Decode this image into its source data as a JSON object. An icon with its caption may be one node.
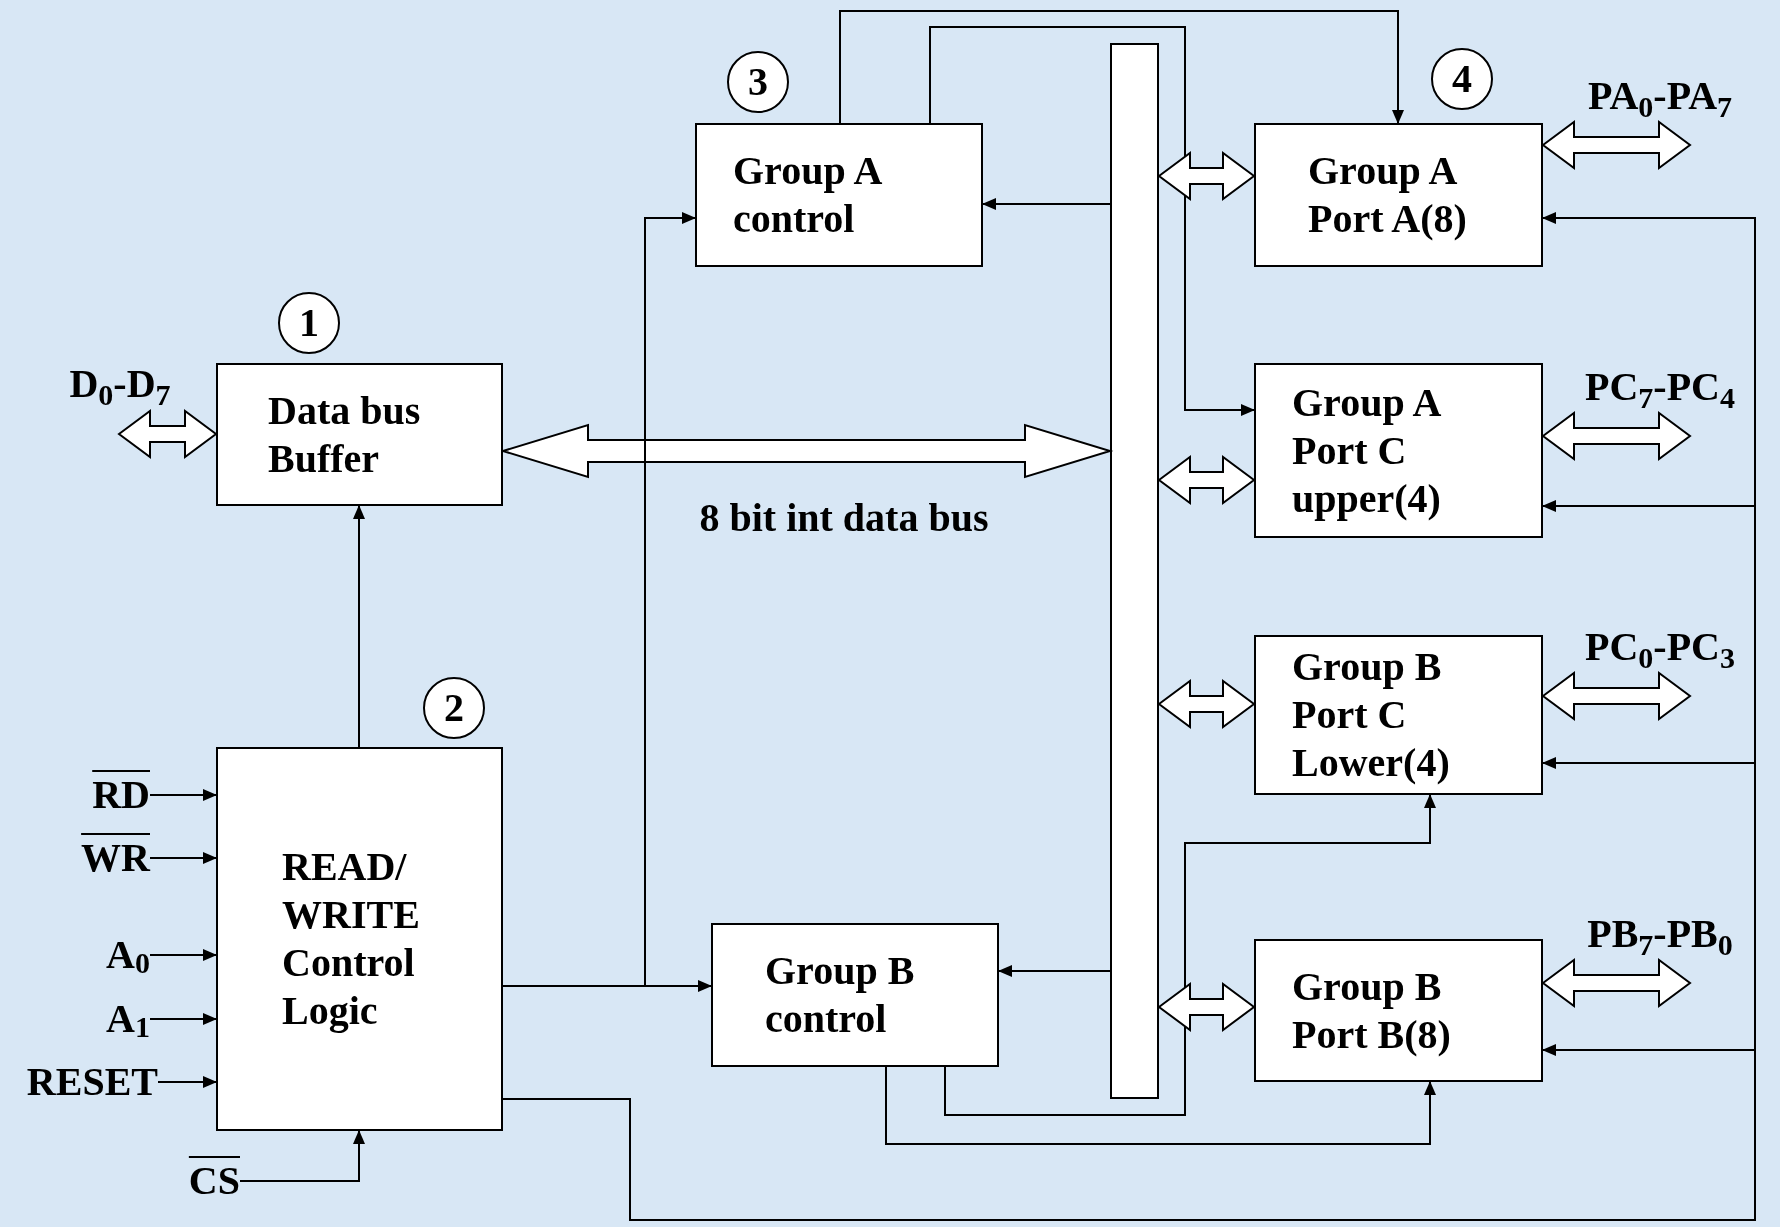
{
  "diagram": {
    "nodes": [
      {
        "text": [
          "Data bus Buffer"
        ],
        "beside": [
          "1"
        ]
      },
      {
        "text": [
          "READ/ WRITE Control Logic"
        ],
        "beside": [
          "2"
        ]
      },
      {
        "text": [
          "Group A control"
        ],
        "beside": [
          "3"
        ]
      },
      {
        "text": [
          "Group B control"
        ]
      },
      {
        "text": [],
        "shape": "bar"
      },
      {
        "text": [
          "Group A Port A(8)"
        ],
        "beside": [
          "4"
        ]
      },
      {
        "text": [
          "Group A Port C upper(4)"
        ]
      },
      {
        "text": [
          "Group B Port C Lower(4)"
        ]
      },
      {
        "text": [
          "Group B Port B(8)"
        ]
      },
      {
        "text": [
          "RD"
        ]
      },
      {
        "text": [
          "WR"
        ]
      },
      {
        "text": [
          "A$_{0}$"
        ]
      },
      {
        "text": [
          "A$_{1}$"
        ]
      },
      {
        "text": [
          "RESET"
        ]
      },
      {
        "text": [
          "CS"
        ]
      }
    ],
    "edges": [
      {
        "from": 9,
        "to": 1,
        "arrow": "to"
      },
      {
        "from": 10,
        "to": 1,
        "arrow": "to"
      },
      {
        "from": 11,
        "to": 1,
        "arrow": "to"
      },
      {
        "from": 12,
        "to": 1,
        "arrow": "to"
      },
      {
        "from": 13,
        "to": 1,
        "arrow": "to"
      },
      {
        "from": 14,
        "to": 1,
        "arrow": "to"
      },
      {
        "from": 1,
        "to": 0,
        "arrow": "to"
      },
      {
        "from": null,
        "to": 0,
        "arrow": "both",
        "style": "thick",
        "label": "D$_{0}$-D$_{7}$"
      },
      {
        "from": 0,
        "to": 4,
        "arrow": "both",
        "style": "thick",
        "label": "8 bit int data bus"
      },
      {
        "from": 1,
        "to": 3,
        "arrow": "to"
      },
      {
        "from": 1,
        "to": 2,
        "arrow": "to"
      },
      {
        "from": 4,
        "to": 2,
        "arrow": "to"
      },
      {
        "from": 4,
        "to": 3,
        "arrow": "to"
      },
      {
        "from": 2,
        "to": 5,
        "arrow": "to"
      },
      {
        "from": 2,
        "to": 6,
        "arrow": "to"
      },
      {
        "from": 3,
        "to": 7,
        "arrow": "to"
      },
      {
        "from": 3,
        "to": 8,
        "arrow": "to"
      },
      {
        "from": 4,
        "to": 5,
        "arrow": "both",
        "style": "thick"
      },
      {
        "from": 4,
        "to": 6,
        "arrow": "both",
        "style": "thick"
      },
      {
        "from": 4,
        "to": 7,
        "arrow": "both",
        "style": "thick"
      },
      {
        "from": 4,
        "to": 8,
        "arrow": "both",
        "style": "thick"
      },
      {
        "from": 5,
        "to": null,
        "arrow": "both",
        "style": "thick",
        "label": "PA$_{0}$-PA$_{7}$"
      },
      {
        "from": 6,
        "to": null,
        "arrow": "both",
        "style": "thick",
        "label": "PC$_{7}$-PC$_{4}$"
      },
      {
        "from": 7,
        "to": null,
        "arrow": "both",
        "style": "thick",
        "label": "PC$_{0}$-PC$_{3}$"
      },
      {
        "from": 8,
        "to": null,
        "arrow": "both",
        "style": "thick",
        "label": "PB$_{7}$-PB$_{0}$"
      },
      {
        "from": 1,
        "to": 5,
        "arrow": "to"
      },
      {
        "from": 1,
        "to": 6,
        "arrow": "to"
      },
      {
        "from": 1,
        "to": 7,
        "arrow": "to"
      },
      {
        "from": 1,
        "to": 8,
        "arrow": "to"
      }
    ]
  }
}
